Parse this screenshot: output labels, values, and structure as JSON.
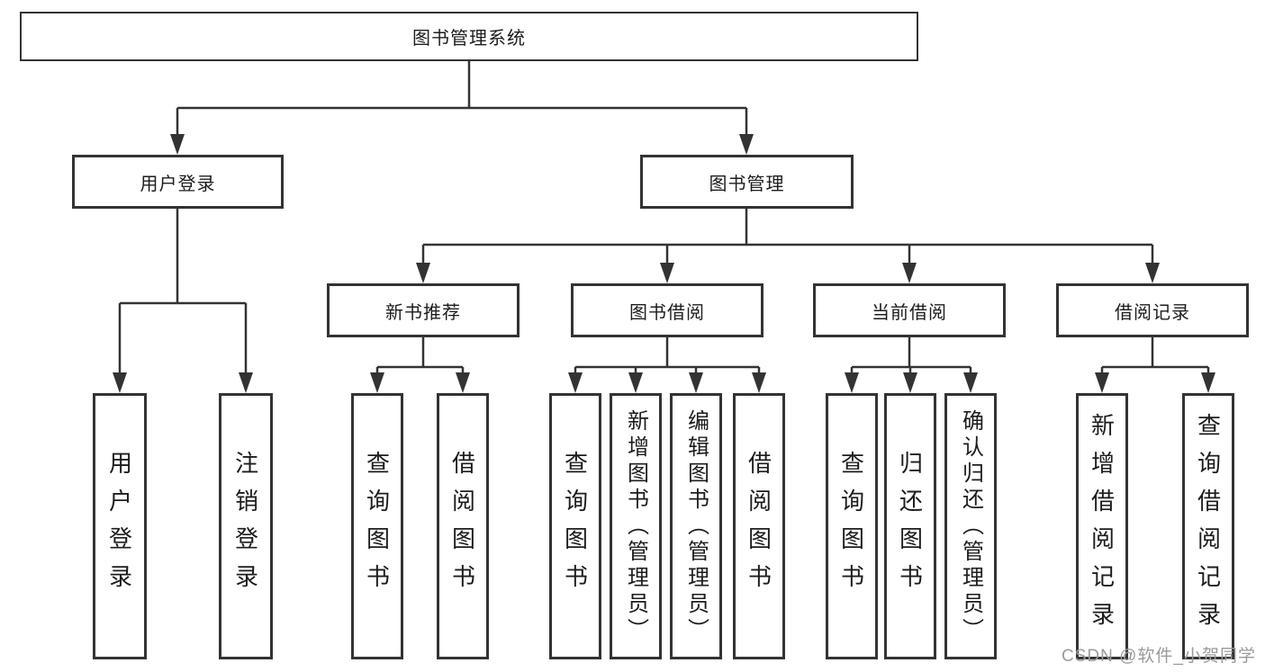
{
  "diagram": {
    "title_node": "图书管理系统",
    "nodes": {
      "root": "图书管理系统",
      "user_login": "用户登录",
      "book_mgmt": "图书管理",
      "new_book_rec": "新书推荐",
      "book_borrow": "图书借阅",
      "current_borrow": "当前借阅",
      "borrow_record": "借阅记录",
      "leaf_user_login": "用户登录",
      "leaf_logout": "注销登录",
      "leaf_query_book_1": "查询图书",
      "leaf_borrow_book_1": "借阅图书",
      "leaf_query_book_2": "查询图书",
      "leaf_add_book": "新增图书（管理员）",
      "leaf_edit_book": "编辑图书（管理员）",
      "leaf_borrow_book_2": "借阅图书",
      "leaf_query_book_3": "查询图书",
      "leaf_return_book": "归还图书",
      "leaf_confirm_return": "确认归还（管理员）",
      "leaf_add_record": "新增借阅记录",
      "leaf_query_record": "查询借阅记录"
    },
    "hierarchy": {
      "root": [
        "user_login",
        "book_mgmt"
      ],
      "user_login": [
        "leaf_user_login",
        "leaf_logout"
      ],
      "book_mgmt": [
        "new_book_rec",
        "book_borrow",
        "current_borrow",
        "borrow_record"
      ],
      "new_book_rec": [
        "leaf_query_book_1",
        "leaf_borrow_book_1"
      ],
      "book_borrow": [
        "leaf_query_book_2",
        "leaf_add_book",
        "leaf_edit_book",
        "leaf_borrow_book_2"
      ],
      "current_borrow": [
        "leaf_query_book_3",
        "leaf_return_book",
        "leaf_confirm_return"
      ],
      "borrow_record": [
        "leaf_add_record",
        "leaf_query_record"
      ]
    },
    "colors": {
      "line": "#333333",
      "box_border": "#333333",
      "box_fill": "#ffffff",
      "text": "#1c1c1c",
      "watermark": "#9a9a9a"
    }
  },
  "watermark": {
    "text": "CSDN @软件_小贺同学"
  }
}
